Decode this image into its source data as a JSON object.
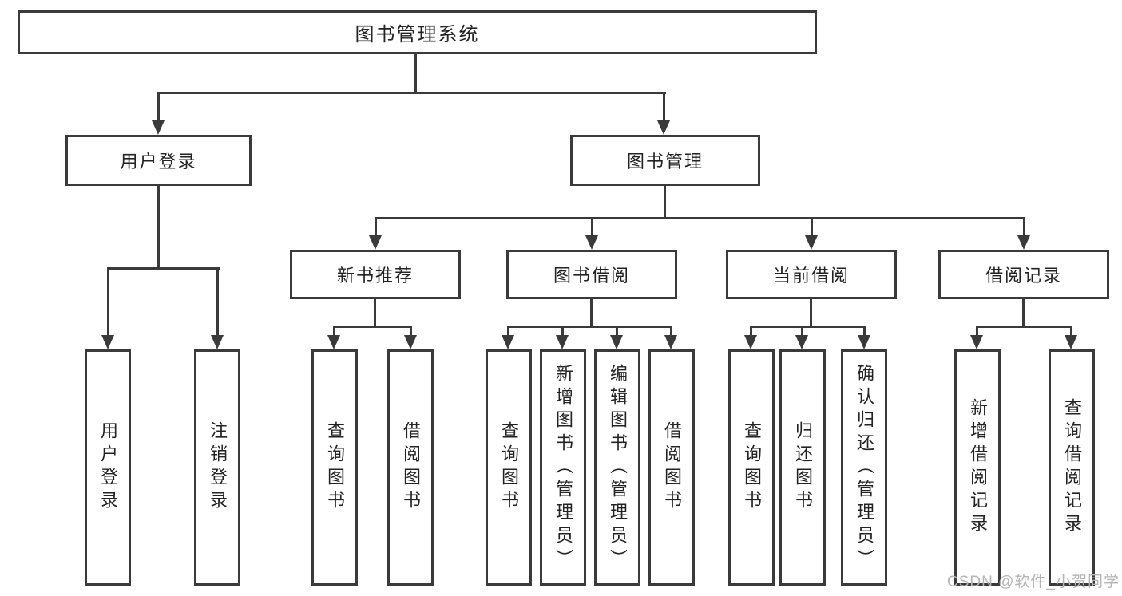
{
  "root": {
    "label": "图书管理系统"
  },
  "level2": {
    "user_login": {
      "label": "用户登录"
    },
    "book_mgmt": {
      "label": "图书管理"
    }
  },
  "level3": {
    "new_book_rec": {
      "label": "新书推荐"
    },
    "book_borrow": {
      "label": "图书借阅"
    },
    "current_borrow": {
      "label": "当前借阅"
    },
    "borrow_records": {
      "label": "借阅记录"
    }
  },
  "leaves": [
    {
      "label": "用户登录"
    },
    {
      "label": "注销登录"
    },
    {
      "label": "查询图书"
    },
    {
      "label": "借阅图书"
    },
    {
      "label": "查询图书"
    },
    {
      "label": "新增图书（管理员）"
    },
    {
      "label": "编辑图书（管理员）"
    },
    {
      "label": "借阅图书"
    },
    {
      "label": "查询图书"
    },
    {
      "label": "归还图书"
    },
    {
      "label": "确认归还（管理员）"
    },
    {
      "label": "新增借阅记录"
    },
    {
      "label": "查询借阅记录"
    }
  ],
  "watermark": "CSDN @软件_小贺同学",
  "colors": {
    "line": "#3a3a3a",
    "text": "#232323",
    "background": "#ffffff",
    "watermark": "#b5b5b5"
  }
}
